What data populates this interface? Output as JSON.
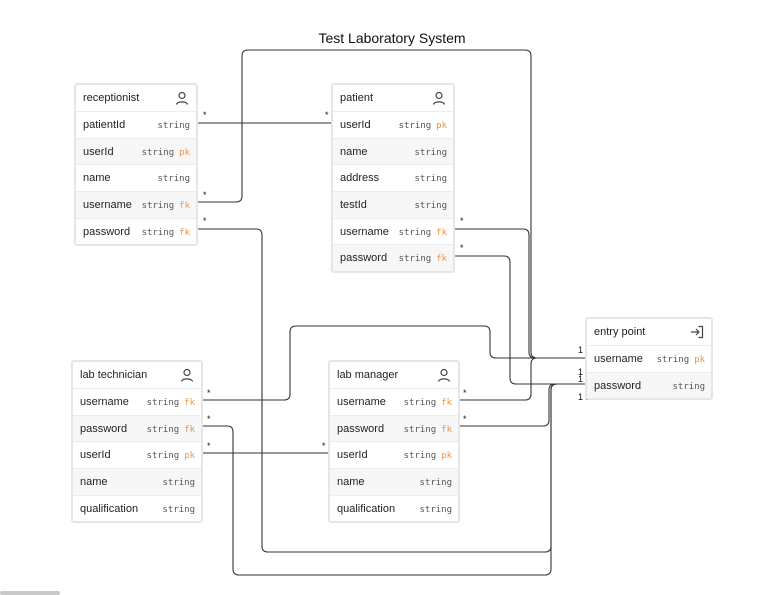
{
  "title": "Test Laboratory System",
  "tables": {
    "receptionist": {
      "name": "receptionist",
      "icon": "user-icon",
      "fields": [
        {
          "name": "patientId",
          "type": "string",
          "key": ""
        },
        {
          "name": "userId",
          "type": "string",
          "key": "pk"
        },
        {
          "name": "name",
          "type": "string",
          "key": ""
        },
        {
          "name": "username",
          "type": "string",
          "key": "fk"
        },
        {
          "name": "password",
          "type": "string",
          "key": "fk"
        }
      ]
    },
    "patient": {
      "name": "patient",
      "icon": "user-icon",
      "fields": [
        {
          "name": "userId",
          "type": "string",
          "key": "pk"
        },
        {
          "name": "name",
          "type": "string",
          "key": ""
        },
        {
          "name": "address",
          "type": "string",
          "key": ""
        },
        {
          "name": "testId",
          "type": "string",
          "key": ""
        },
        {
          "name": "username",
          "type": "string",
          "key": "fk"
        },
        {
          "name": "password",
          "type": "string",
          "key": "fk"
        }
      ]
    },
    "lab_technician": {
      "name": "lab technician",
      "icon": "user-icon",
      "fields": [
        {
          "name": "username",
          "type": "string",
          "key": "fk"
        },
        {
          "name": "password",
          "type": "string",
          "key": "fk"
        },
        {
          "name": "userId",
          "type": "string",
          "key": "pk"
        },
        {
          "name": "name",
          "type": "string",
          "key": ""
        },
        {
          "name": "qualification",
          "type": "string",
          "key": ""
        }
      ]
    },
    "lab_manager": {
      "name": "lab manager",
      "icon": "user-icon",
      "fields": [
        {
          "name": "username",
          "type": "string",
          "key": "fk"
        },
        {
          "name": "password",
          "type": "string",
          "key": "fk"
        },
        {
          "name": "userId",
          "type": "string",
          "key": "pk"
        },
        {
          "name": "name",
          "type": "string",
          "key": ""
        },
        {
          "name": "qualification",
          "type": "string",
          "key": ""
        }
      ]
    },
    "entry_point": {
      "name": "entry point",
      "icon": "login-icon",
      "fields": [
        {
          "name": "username",
          "type": "string",
          "key": "pk"
        },
        {
          "name": "password",
          "type": "string",
          "key": ""
        }
      ]
    }
  },
  "cardinality": {
    "many": "*",
    "one": "1",
    "one_one": "1 1"
  }
}
